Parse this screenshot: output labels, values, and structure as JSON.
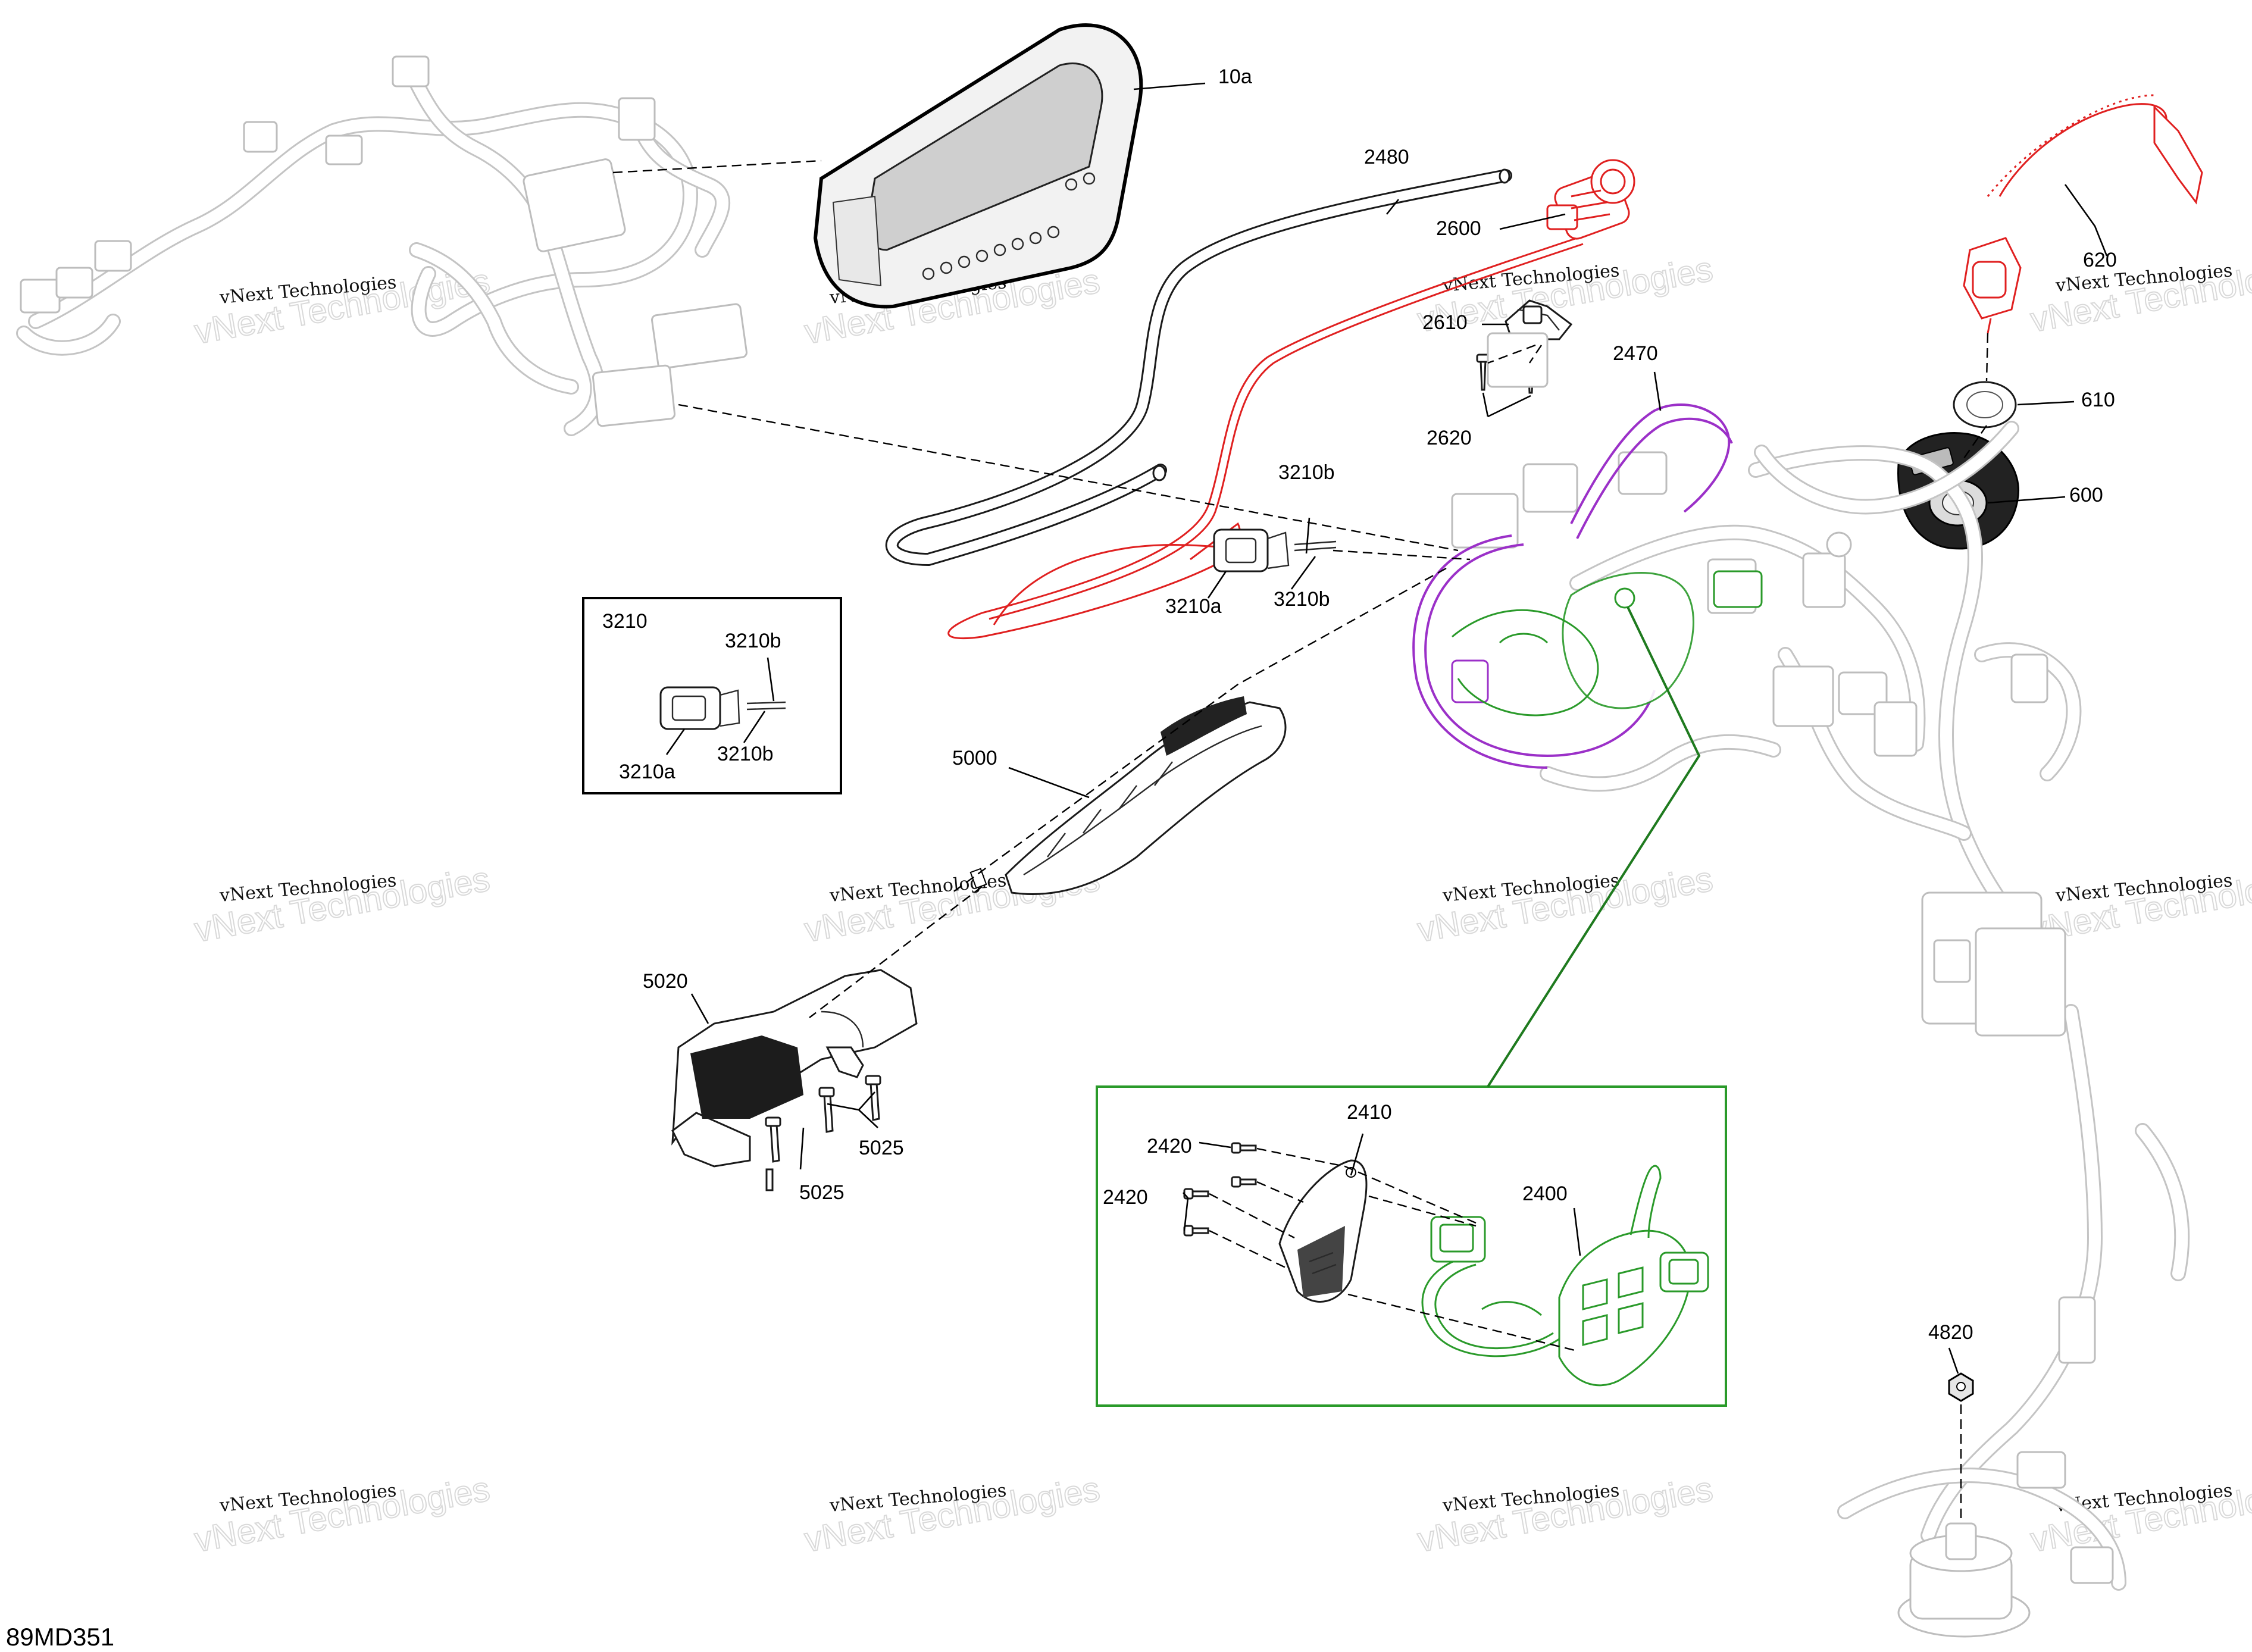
{
  "diagram": {
    "reference_code": "89MD351",
    "colors": {
      "highlight_red": "#e02020",
      "highlight_green": "#2a9a2a",
      "highlight_purple": "#9b30c8",
      "ghost_gray": "#bdbdbd",
      "line_black": "#000000"
    },
    "callouts": {
      "c10a": "10a",
      "c2480": "2480",
      "c2600": "2600",
      "c2610": "2610",
      "c2620": "2620",
      "c2470": "2470",
      "c620": "620",
      "c610": "610",
      "c600": "600",
      "c3210b_top": "3210b",
      "c3210a_main": "3210a",
      "c3210b_main": "3210b",
      "c5000": "5000",
      "c5020": "5020",
      "c5025_right": "5025",
      "c5025_bottom": "5025",
      "c2410": "2410",
      "c2420_a": "2420",
      "c2420_b": "2420",
      "c2400": "2400",
      "c4820": "4820"
    },
    "inset_3210": {
      "title": "3210",
      "c3210b_top": "3210b",
      "c3210a": "3210a",
      "c3210b_bottom": "3210b"
    },
    "watermarks": {
      "small": "vNext Technologies",
      "big": "vNext Technologies"
    }
  }
}
